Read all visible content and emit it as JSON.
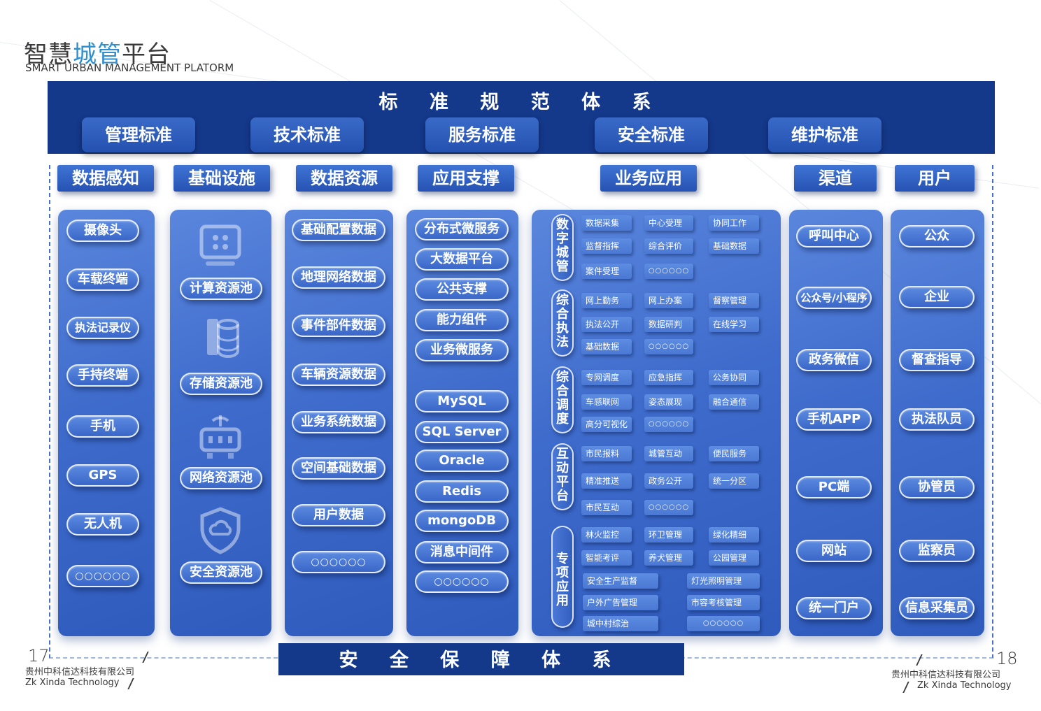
{
  "header": {
    "title_part1": "智慧",
    "title_highlight": "城管",
    "title_part2": "平台",
    "subtitle": "SMART URBAN MANAGEMENT PLATORM"
  },
  "standards": {
    "title": "标 准 规 范 体 系",
    "items": [
      "管理标准",
      "技术标准",
      "服务标准",
      "安全标准",
      "维护标准"
    ]
  },
  "columns": {
    "perception": {
      "title": "数据感知",
      "items": [
        "摄像头",
        "车载终端",
        "执法记录仪",
        "手持终端",
        "手机",
        "GPS",
        "无人机",
        "○○○○○○"
      ]
    },
    "infrastructure": {
      "title": "基础设施",
      "items": [
        {
          "label": "计算资源池",
          "icon": "server-icon"
        },
        {
          "label": "存储资源池",
          "icon": "database-icon"
        },
        {
          "label": "网络资源池",
          "icon": "network-icon"
        },
        {
          "label": "安全资源池",
          "icon": "shield-cloud-icon"
        }
      ]
    },
    "data_resources": {
      "title": "数据资源",
      "items": [
        "基础配置数据",
        "地理网络数据",
        "事件部件数据",
        "车辆资源数据",
        "业务系统数据",
        "空间基础数据",
        "用户数据",
        "○○○○○○"
      ]
    },
    "app_support": {
      "title": "应用支撑",
      "services": [
        "分布式微服务",
        "大数据平台",
        "公共支撑",
        "能力组件",
        "业务微服务"
      ],
      "databases": [
        "MySQL",
        "SQL Server",
        "Oracle",
        "Redis",
        "mongoDB",
        "消息中间件",
        "○○○○○○"
      ]
    },
    "business_apps": {
      "title": "业务应用",
      "groups": [
        {
          "name": "数字城管",
          "items": [
            "数据采集",
            "中心受理",
            "协同工作",
            "监督指挥",
            "综合评价",
            "基础数据",
            "案件受理",
            "○○○○○○"
          ]
        },
        {
          "name": "综合执法",
          "items": [
            "网上勤务",
            "网上办案",
            "督察管理",
            "执法公开",
            "数据研判",
            "在线学习",
            "基础数据",
            "○○○○○○"
          ]
        },
        {
          "name": "综合调度",
          "items": [
            "专网调度",
            "应急指挥",
            "公务协同",
            "车感联网",
            "姿态展现",
            "融合通信",
            "高分可视化",
            "○○○○○○"
          ]
        },
        {
          "name": "互动平台",
          "items": [
            "市民报料",
            "城管互动",
            "便民服务",
            "精准推送",
            "政务公开",
            "统一分区",
            "市民互动",
            "○○○○○○"
          ]
        },
        {
          "name": "专项应用",
          "items": [
            "林火监控",
            "环卫管理",
            "绿化精细",
            "智能考评",
            "养犬管理",
            "公园管理",
            "安全生产监督",
            "灯光照明管理",
            "户外广告管理",
            "市容考核管理",
            "城中村综治",
            "○○○○○○"
          ]
        }
      ]
    },
    "channels": {
      "title": "渠道",
      "items": [
        "呼叫中心",
        "公众号/小程序",
        "政务微信",
        "手机APP",
        "PC端",
        "网站",
        "统一门户"
      ]
    },
    "users": {
      "title": "用户",
      "items": [
        "公众",
        "企业",
        "督查指导",
        "执法队员",
        "协管员",
        "监察员",
        "信息采集员"
      ]
    }
  },
  "security": {
    "title": "安 全 保 障 体 系"
  },
  "footer": {
    "left_page": "17",
    "right_page": "18",
    "company_cn": "贵州中科信达科技有限公司",
    "company_en": "Zk Xinda Technology"
  }
}
